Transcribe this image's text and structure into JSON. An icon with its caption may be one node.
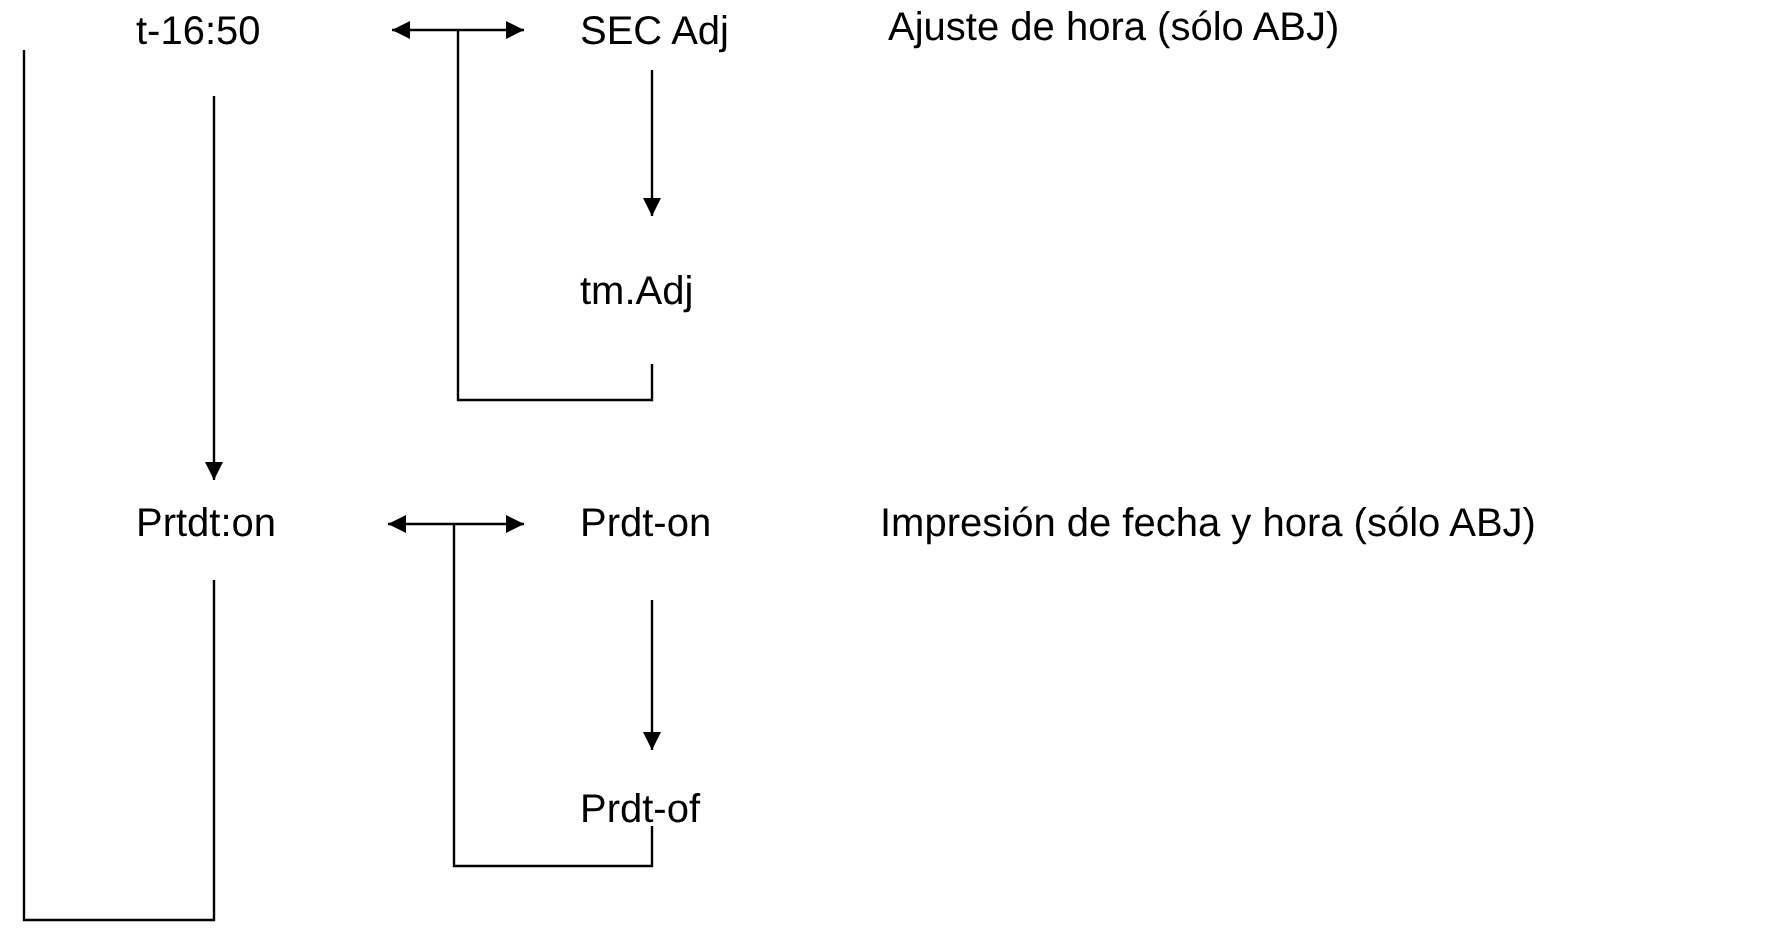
{
  "diagram": {
    "nodes": [
      {
        "text": [
          "t-16:50"
        ]
      },
      {
        "text": [
          "SEC Adj"
        ]
      },
      {
        "text": [
          "tm.Adj"
        ]
      },
      {
        "text": [
          "Prtdt:on"
        ]
      },
      {
        "text": [
          "Prdt-on"
        ]
      },
      {
        "text": [
          "Prdt-of"
        ]
      }
    ],
    "edges": [
      {
        "from": 0,
        "to": 1,
        "arrow": "both"
      },
      {
        "from": 1,
        "to": 2,
        "arrow": "to"
      },
      {
        "from": 2,
        "to": null,
        "arrow": "none"
      },
      {
        "from": 0,
        "to": 3,
        "arrow": "to"
      },
      {
        "from": 3,
        "to": 4,
        "arrow": "both"
      },
      {
        "from": 4,
        "to": 5,
        "arrow": "to"
      },
      {
        "from": 5,
        "to": null,
        "arrow": "none"
      },
      {
        "from": 3,
        "to": null,
        "arrow": "none"
      }
    ],
    "labels": [
      "Ajuste de hora (sólo ABJ)",
      "Impresión de fecha y hora (sólo ABJ)"
    ]
  }
}
